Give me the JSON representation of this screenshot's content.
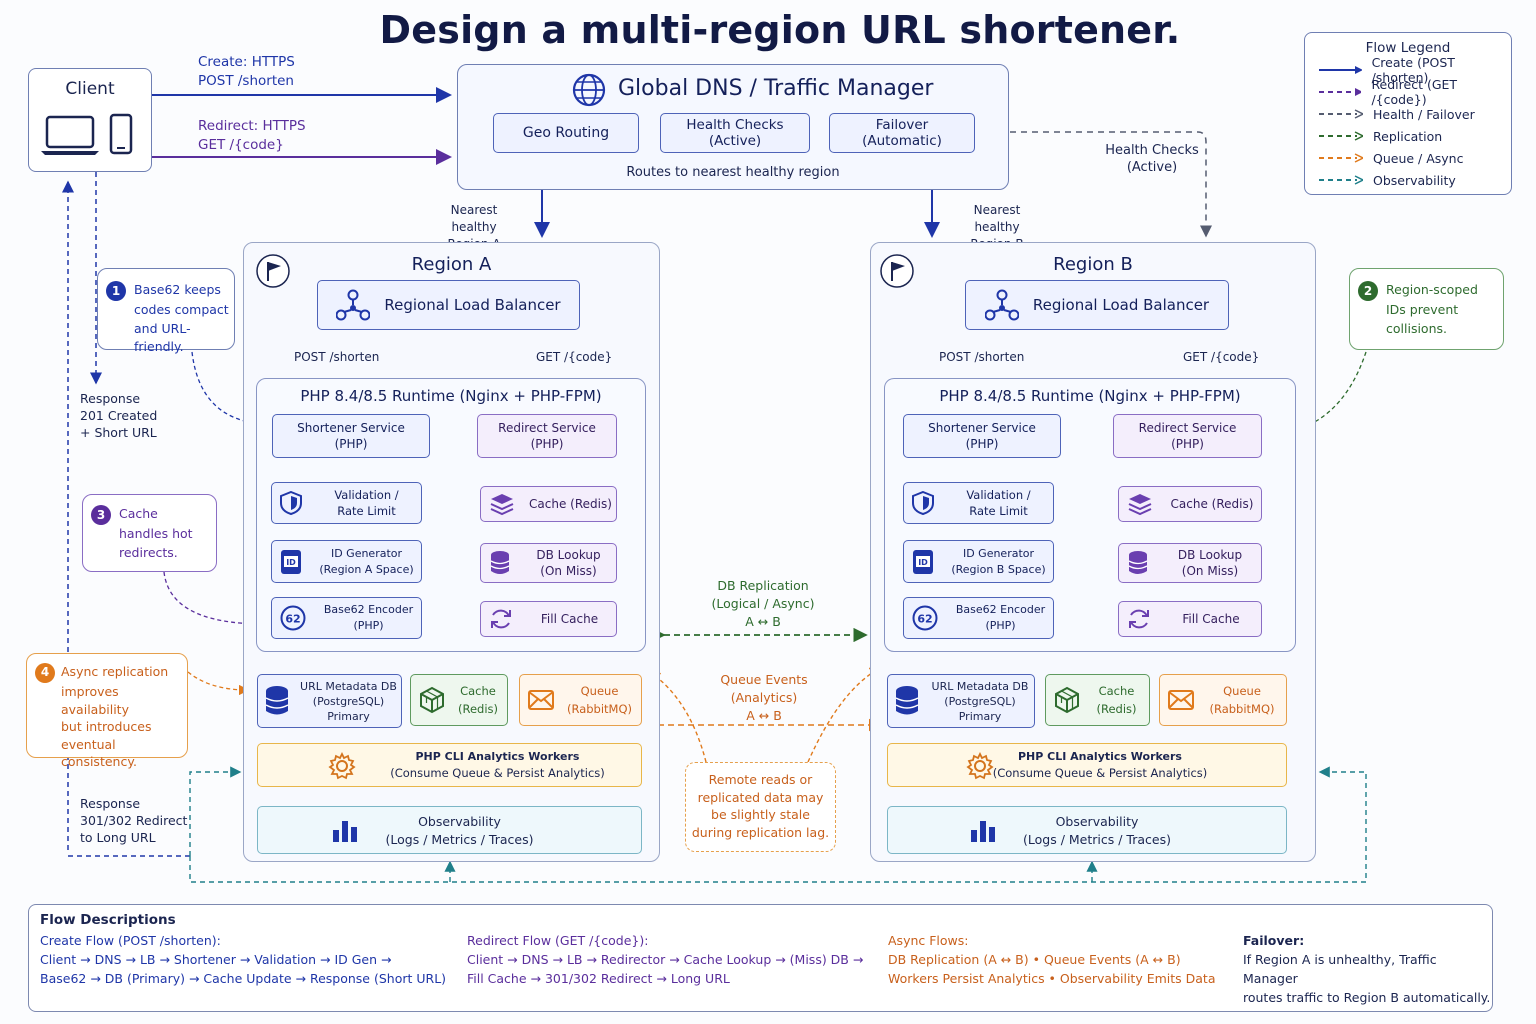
{
  "title": "Design a multi-region URL shortener.",
  "client": {
    "label": "Client"
  },
  "flows": {
    "create_1": "Create: HTTPS",
    "create_2": "POST /shorten",
    "redirect_1": "Redirect: HTTPS",
    "redirect_2": "GET /{code}",
    "response_create": [
      "Response",
      "201 Created",
      "+ Short URL"
    ],
    "response_redirect": [
      "Response",
      "301/302 Redirect",
      "to Long URL"
    ]
  },
  "dns": {
    "title": "Global DNS / Traffic Manager",
    "geo": "Geo Routing",
    "health_1": "Health Checks",
    "health_2": "(Active)",
    "failover_1": "Failover",
    "failover_2": "(Automatic)",
    "caption": "Routes to nearest healthy region",
    "to_a": [
      "Nearest healthy",
      "Region A"
    ],
    "to_b": [
      "Nearest healthy",
      "Region B"
    ],
    "health_side": [
      "Health Checks",
      "(Active)"
    ]
  },
  "legend": {
    "title": "Flow Legend",
    "items": [
      {
        "label": "Create (POST /shorten)",
        "color": "#1f36a8",
        "style": "solid"
      },
      {
        "label": "Redirect (GET /{code})",
        "color": "#5a2e9c",
        "style": "dashed"
      },
      {
        "label": "Health / Failover",
        "color": "#555c70",
        "style": "dashed"
      },
      {
        "label": "Replication",
        "color": "#2e6b2e",
        "style": "dashed"
      },
      {
        "label": "Queue / Async",
        "color": "#e07a1c",
        "style": "dashed"
      },
      {
        "label": "Observability",
        "color": "#1f7f8a",
        "style": "dashed"
      }
    ]
  },
  "regions": [
    {
      "title": "Region A",
      "lb": "Regional Load Balancer",
      "post": "POST /shorten",
      "get": "GET /{code}",
      "runtime": "PHP 8.4/8.5 Runtime (Nginx + PHP-FPM)",
      "shortener": [
        "Shortener Service",
        "(PHP)"
      ],
      "redirect": [
        "Redirect Service",
        "(PHP)"
      ],
      "validation": [
        "Validation /",
        "Rate Limit"
      ],
      "idgen": [
        "ID Generator",
        "(Region A Space)"
      ],
      "encoder": [
        "Base62 Encoder",
        "(PHP)"
      ],
      "cache_redis": "Cache (Redis)",
      "dblookup": [
        "DB Lookup",
        "(On Miss)"
      ],
      "fill": "Fill Cache",
      "db": [
        "URL Metadata DB",
        "(PostgreSQL)",
        "Primary"
      ],
      "cache": [
        "Cache",
        "(Redis)"
      ],
      "queue": [
        "Queue",
        "(RabbitMQ)"
      ],
      "workers": [
        "PHP CLI Analytics Workers",
        "(Consume Queue & Persist Analytics)"
      ],
      "obs": [
        "Observability",
        "(Logs / Metrics / Traces)"
      ]
    },
    {
      "title": "Region B",
      "lb": "Regional Load Balancer",
      "post": "POST /shorten",
      "get": "GET /{code}",
      "runtime": "PHP 8.4/8.5 Runtime (Nginx + PHP-FPM)",
      "shortener": [
        "Shortener Service",
        "(PHP)"
      ],
      "redirect": [
        "Redirect Service",
        "(PHP)"
      ],
      "validation": [
        "Validation /",
        "Rate Limit"
      ],
      "idgen": [
        "ID Generator",
        "(Region B Space)"
      ],
      "encoder": [
        "Base62 Encoder",
        "(PHP)"
      ],
      "cache_redis": "Cache (Redis)",
      "dblookup": [
        "DB Lookup",
        "(On Miss)"
      ],
      "fill": "Fill Cache",
      "db": [
        "URL Metadata DB",
        "(PostgreSQL)",
        "Primary"
      ],
      "cache": [
        "Cache",
        "(Redis)"
      ],
      "queue": [
        "Queue",
        "(RabbitMQ)"
      ],
      "workers": [
        "PHP CLI Analytics Workers",
        "(Consume Queue & Persist Analytics)"
      ],
      "obs": [
        "Observability",
        "(Logs / Metrics / Traces)"
      ]
    }
  ],
  "middle": {
    "replication": [
      "DB Replication",
      "(Logical / Async)",
      "A ↔ B"
    ],
    "queue_events": [
      "Queue Events",
      "(Analytics)",
      "A ↔ B"
    ],
    "remote": [
      "Remote reads or",
      "replicated data may",
      "be slightly stale",
      "during replication lag."
    ]
  },
  "notes": [
    {
      "num": "1",
      "lines": [
        "Base62 keeps",
        "codes compact",
        "and URL-friendly."
      ],
      "color": "#1f36a8"
    },
    {
      "num": "2",
      "lines": [
        "Region-scoped",
        "IDs prevent",
        "collisions."
      ],
      "color": "#2e6b2e"
    },
    {
      "num": "3",
      "lines": [
        "Cache",
        "handles hot",
        "redirects."
      ],
      "color": "#5a2e9c"
    },
    {
      "num": "4",
      "lines": [
        "Async replication",
        "improves availability",
        "but introduces",
        "eventual",
        "consistency."
      ],
      "color": "#e07a1c"
    }
  ],
  "descriptions": {
    "title": "Flow Descriptions",
    "create": {
      "title": "Create Flow (POST /shorten):",
      "l1": "Client → DNS → LB → Shortener → Validation → ID Gen →",
      "l2": "Base62 → DB (Primary) → Cache Update → Response (Short URL)"
    },
    "redirect": {
      "title": "Redirect Flow (GET /{code}):",
      "l1": "Client → DNS → LB → Redirector → Cache Lookup → (Miss) DB →",
      "l2": "Fill Cache → 301/302 Redirect → Long URL"
    },
    "async": {
      "title": "Async Flows:",
      "l1": "DB Replication (A ↔ B) • Queue Events (A ↔ B)",
      "l2": "Workers Persist Analytics • Observability Emits Data"
    },
    "failover": {
      "title": "Failover:",
      "l1": "If Region A is unhealthy, Traffic Manager",
      "l2": "routes traffic to Region B automatically."
    }
  }
}
